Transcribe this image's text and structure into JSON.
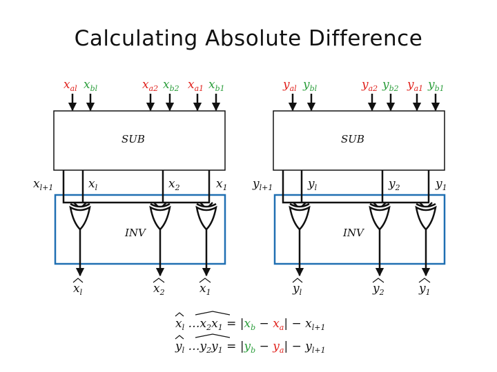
{
  "title": "Calculating Absolute Difference",
  "colors": {
    "a": "#e0201b",
    "b": "#2a9d3a",
    "wire": "#111111",
    "inv_box": "#1f6fb2"
  },
  "x_unit": {
    "inputs": [
      {
        "base": "x",
        "sub": "al",
        "color": "red"
      },
      {
        "base": "x",
        "sub": "bl",
        "color": "green"
      },
      {
        "base": "x",
        "sub": "a2",
        "color": "red"
      },
      {
        "base": "x",
        "sub": "b2",
        "color": "green"
      },
      {
        "base": "x",
        "sub": "a1",
        "color": "red"
      },
      {
        "base": "x",
        "sub": "b1",
        "color": "green"
      }
    ],
    "sub_label": "SUB",
    "inv_label": "INV",
    "outputs": [
      {
        "base": "x",
        "sub": "l+1"
      },
      {
        "base": "x",
        "sub": "l"
      },
      {
        "base": "x",
        "sub": "2"
      },
      {
        "base": "x",
        "sub": "1"
      }
    ],
    "results": [
      {
        "base": "x",
        "sub": "l"
      },
      {
        "base": "x",
        "sub": "2"
      },
      {
        "base": "x",
        "sub": "1"
      }
    ]
  },
  "y_unit": {
    "inputs": [
      {
        "base": "y",
        "sub": "al",
        "color": "red"
      },
      {
        "base": "y",
        "sub": "bl",
        "color": "green"
      },
      {
        "base": "y",
        "sub": "a2",
        "color": "red"
      },
      {
        "base": "y",
        "sub": "b2",
        "color": "green"
      },
      {
        "base": "y",
        "sub": "a1",
        "color": "red"
      },
      {
        "base": "y",
        "sub": "b1",
        "color": "green"
      }
    ],
    "sub_label": "SUB",
    "inv_label": "INV",
    "outputs": [
      {
        "base": "y",
        "sub": "l+1"
      },
      {
        "base": "y",
        "sub": "l"
      },
      {
        "base": "y",
        "sub": "2"
      },
      {
        "base": "y",
        "sub": "1"
      }
    ],
    "results": [
      {
        "base": "y",
        "sub": "l"
      },
      {
        "base": "y",
        "sub": "2"
      },
      {
        "base": "y",
        "sub": "1"
      }
    ]
  },
  "equations": [
    {
      "lhs_l": "x",
      "lhs_sub_l": "l",
      "dots": "…",
      "lhs_mid": "x",
      "lhs_sub_mid": "2",
      "lhs_last": "x",
      "lhs_sub_last": "1",
      "b_base": "x",
      "b_sub": "b",
      "a_base": "x",
      "a_sub": "a",
      "tail_base": "x",
      "tail_sub": "l+1"
    },
    {
      "lhs_l": "y",
      "lhs_sub_l": "l",
      "dots": "…",
      "lhs_mid": "y",
      "lhs_sub_mid": "2",
      "lhs_last": "y",
      "lhs_sub_last": "1",
      "b_base": "y",
      "b_sub": "b",
      "a_base": "y",
      "a_sub": "a",
      "tail_base": "y",
      "tail_sub": "l+1"
    }
  ]
}
